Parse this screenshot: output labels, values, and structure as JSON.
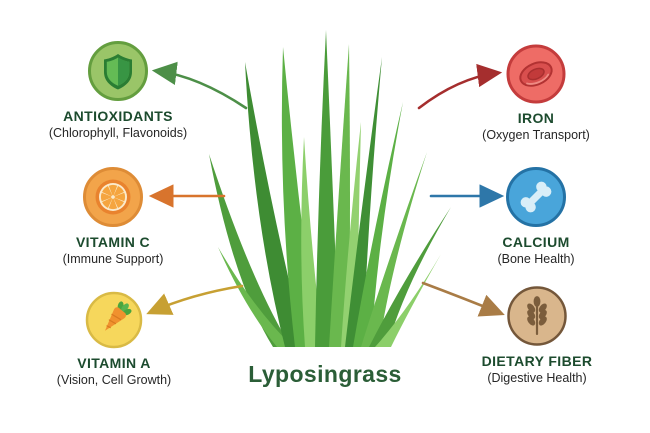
{
  "title": "Lyposingrass",
  "nutrients": {
    "left": [
      {
        "name": "ANTIOXIDANTS",
        "detail": "(Chlorophyll, Flavonoids)",
        "icon": "shield-icon",
        "accent": "#4d8f48",
        "circle_color": "#9ac568"
      },
      {
        "name": "VITAMIN C",
        "detail": "(Immune Support)",
        "icon": "orange-slice-icon",
        "accent": "#d8742d",
        "circle_color": "#f2a44a"
      },
      {
        "name": "VITAMIN A",
        "detail": "(Vision, Cell Growth)",
        "icon": "carrot-icon",
        "accent": "#c7a033",
        "circle_color": "#f6d75c"
      }
    ],
    "right": [
      {
        "name": "IRON",
        "detail": "(Oxygen Transport)",
        "icon": "red-blood-cell-icon",
        "accent": "#a52e2e",
        "circle_color": "#ee6c66"
      },
      {
        "name": "CALCIUM",
        "detail": "(Bone Health)",
        "icon": "bone-icon",
        "accent": "#2e77a9",
        "circle_color": "#49a5da"
      },
      {
        "name": "DIETARY FIBER",
        "detail": "(Digestive Health)",
        "icon": "wheat-icon",
        "accent": "#a97c46",
        "circle_color": "#d9b68c"
      }
    ]
  },
  "colors": {
    "background": "#ffffff",
    "title_text": "#2b5e37",
    "heading_text": "#1c4b2e",
    "subtext": "#262626",
    "grass_greens": [
      "#3e8c33",
      "#4f9d3c",
      "#5cb045",
      "#6ab84e",
      "#8ccf6a"
    ]
  }
}
